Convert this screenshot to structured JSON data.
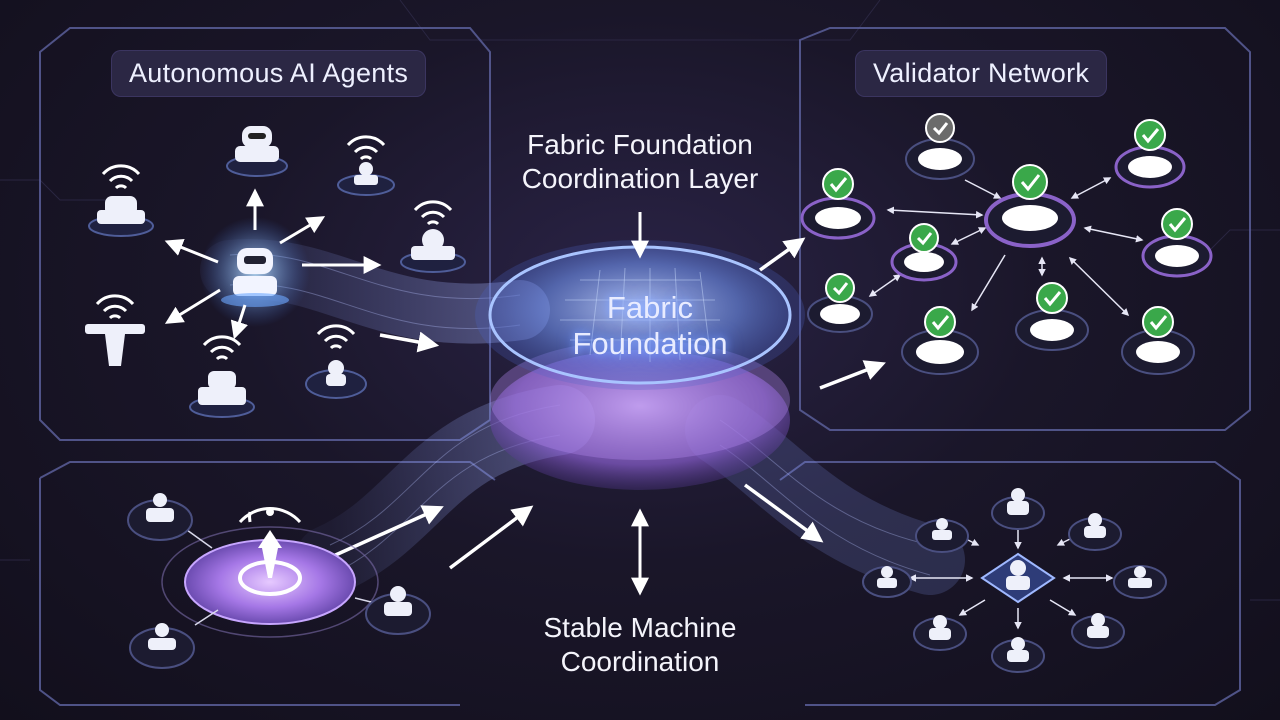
{
  "panels": {
    "agents": {
      "title": "Autonomous AI Agents"
    },
    "validators": {
      "title": "Validator Network"
    }
  },
  "center": {
    "top_caption": [
      "Fabric Foundation",
      "Coordination Layer"
    ],
    "hub_label": [
      "Fabric",
      "Foundation"
    ],
    "bottom_caption": [
      "Stable Machine",
      "Coordination"
    ]
  },
  "icons": {
    "agent": "robot-icon",
    "wifi": "wifi-icon",
    "validator_check": "checkmark-icon",
    "person": "person-icon"
  },
  "colors": {
    "background": "#14111f",
    "frame": "#5b5f9a",
    "check": "#3aa84a",
    "hub_glow": "#8fb6ff",
    "lower_disc": "#a77be0"
  }
}
